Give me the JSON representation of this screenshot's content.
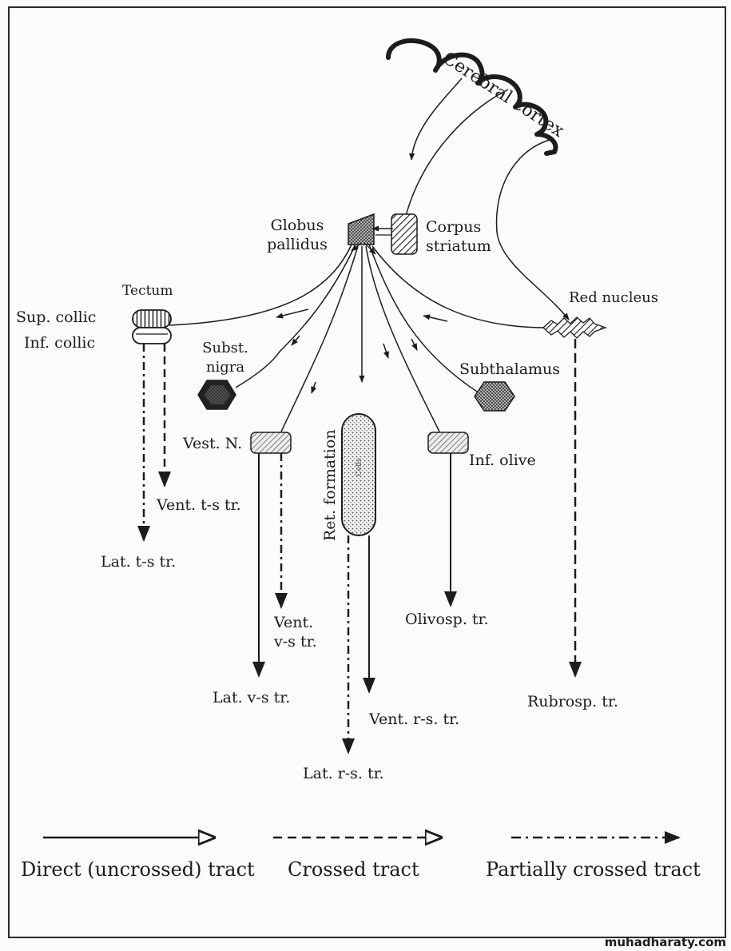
{
  "title": "",
  "cortex_label": "Cerebral cortex",
  "nuclei": {
    "globus_pallidus": "Globus\npallidus",
    "corpus_striatum": "Corpus\nstriatum",
    "tectum": "Tectum",
    "sup_collic": "Sup. collic",
    "inf_collic": "Inf. collic",
    "subst_nigra": "Subst.\nnigra",
    "red_nucleus": "Red nucleus",
    "subthalamus": "Subthalamus",
    "vest_n": "Vest. N.",
    "ret_formation": "Ret. formation",
    "inf_olive": "Inf. olive"
  },
  "tracts": {
    "vent_ts": "Vent. t-s tr.",
    "lat_ts": "Lat. t-s tr.",
    "vent_vs": "Vent.\nv-s tr.",
    "lat_vs": "Lat. v-s tr.",
    "vent_rs": "Vent. r-s. tr.",
    "lat_rs": "Lat. r-s. tr.",
    "olivosp": "Olivosp. tr.",
    "rubrosp": "Rubrosp. tr."
  },
  "legend": [
    {
      "style": "solid",
      "label": "Direct (uncrossed) tract"
    },
    {
      "style": "dashed",
      "label": "Crossed tract"
    },
    {
      "style": "dash-dot",
      "label": "Partially crossed tract"
    }
  ],
  "watermark": "muhadharaty.com",
  "colors": {
    "ink": "#1c1c1c",
    "background": "#fbfbf9"
  }
}
